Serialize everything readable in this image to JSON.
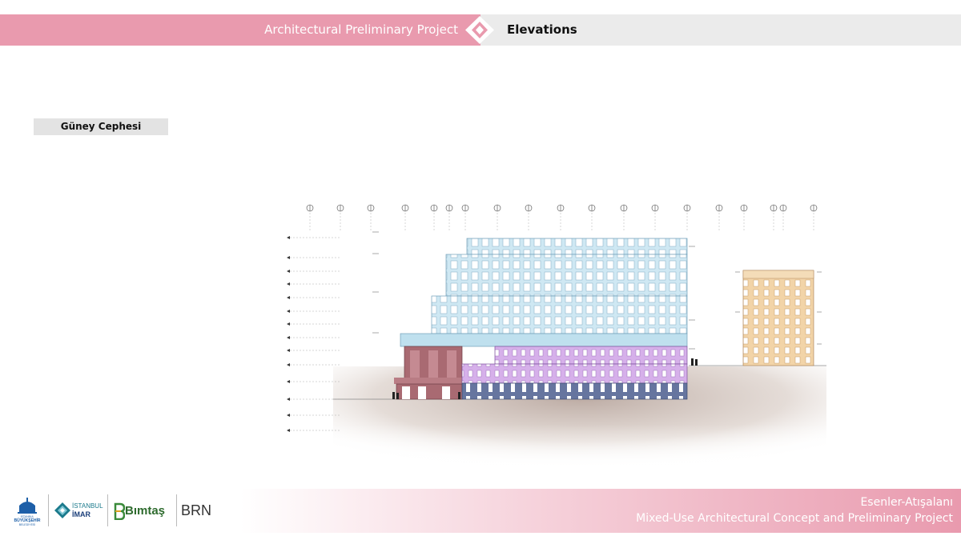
{
  "header": {
    "left_title": "Architectural Preliminary Project",
    "right_title": "Elevations"
  },
  "section_label": "Güney Cephesi",
  "footer": {
    "line1": "Esenler-Atışalanı",
    "line2": "Mixed-Use Architectural Concept and Preliminary Project"
  },
  "logos": {
    "ibb_line1": "İSTANBUL",
    "ibb_line2": "BÜYÜKŞEHİR",
    "ibb_line3": "BELEDİYESİ",
    "istanbul_imar_top": "İSTANBUL",
    "istanbul_imar_bottom": "İMAR",
    "bimtas": "Bımtaş",
    "brn": "BRN"
  },
  "colors": {
    "brand_pink": "#e99aae",
    "header_grey": "#ebebeb",
    "facade_blue": "#bfe0ee",
    "facade_purple": "#cfa6e6",
    "facade_navy": "#5f6f9a",
    "facade_maroon": "#a96a72",
    "facade_tan": "#f2d4a8"
  }
}
